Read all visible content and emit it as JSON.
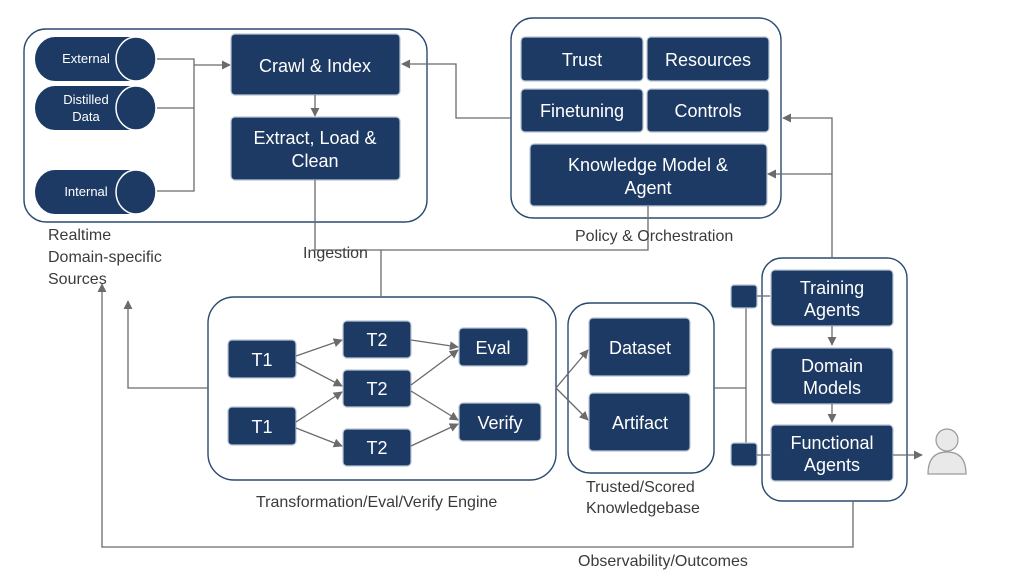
{
  "sources": {
    "external": "External",
    "distilled_line1": "Distilled",
    "distilled_line2": "Data",
    "internal": "Internal",
    "label_line1": "Realtime",
    "label_line2": "Domain-specific",
    "label_line3": "Sources"
  },
  "ingest": {
    "crawl": "Crawl & Index",
    "extract_line1": "Extract, Load &",
    "extract_line2": "Clean",
    "label": "Ingestion"
  },
  "policy": {
    "trust": "Trust",
    "resources": "Resources",
    "finetuning": "Finetuning",
    "controls": "Controls",
    "km_line1": "Knowledge Model &",
    "km_line2": "Agent",
    "label": "Policy & Orchestration"
  },
  "engine": {
    "t1": "T1",
    "t2": "T2",
    "eval": "Eval",
    "verify": "Verify",
    "label": "Transformation/Eval/Verify Engine"
  },
  "kb": {
    "dataset": "Dataset",
    "artifact": "Artifact",
    "label_line1": "Trusted/Scored",
    "label_line2": "Knowledgebase"
  },
  "agents": {
    "training_line1": "Training",
    "training_line2": "Agents",
    "domain_line1": "Domain",
    "domain_line2": "Models",
    "functional_line1": "Functional",
    "functional_line2": "Agents"
  },
  "observability": "Observability/Outcomes",
  "icons": {
    "user": "user-icon"
  },
  "colors": {
    "box": "#1c3a63",
    "border": "#2b4a70",
    "arrow": "#6b6b6b"
  }
}
